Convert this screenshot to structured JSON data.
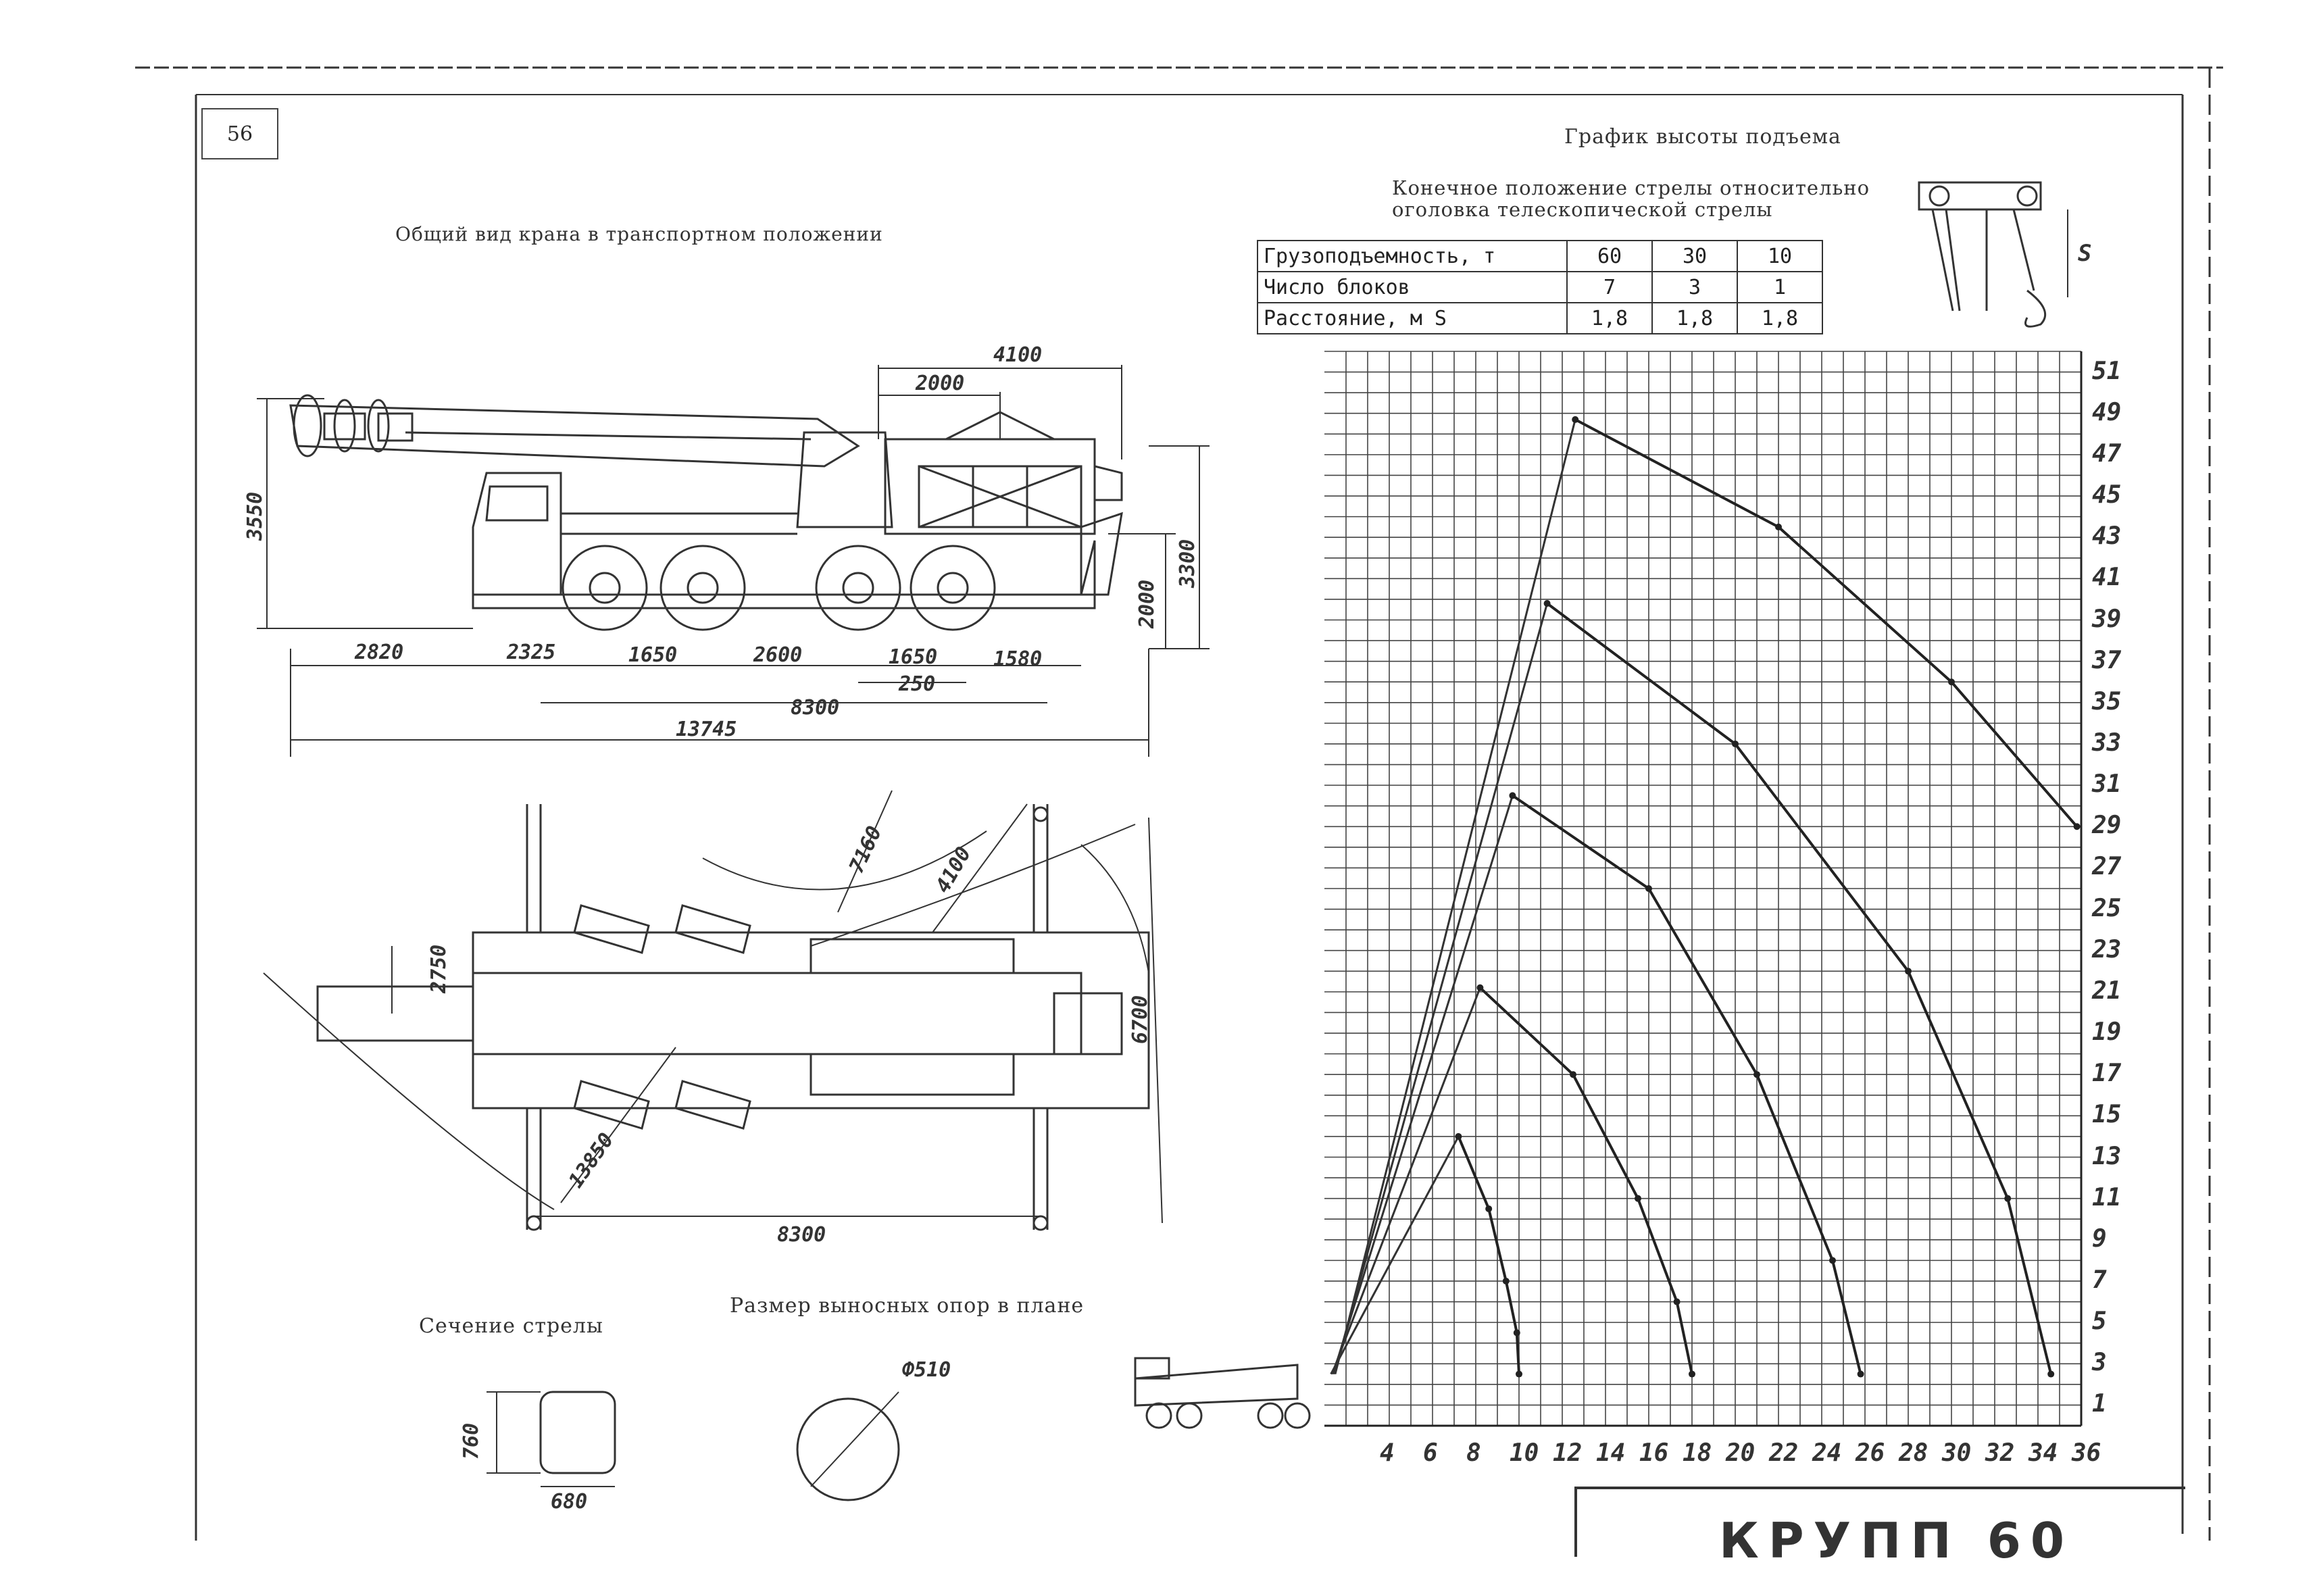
{
  "page": {
    "number": "56"
  },
  "titles": {
    "general_view": "Общий вид крана в транспортном положении",
    "lift_height_chart": "График высоты подъема",
    "boom_end_position": "Конечное положение стрелы относительно оголовка телескопической стрелы",
    "boom_section": "Сечение стрелы",
    "outrigger_size": "Размер выносных опор в плане"
  },
  "parameter_table": {
    "rows": [
      {
        "label": "Грузоподъемность, т",
        "values": [
          "60",
          "30",
          "10"
        ]
      },
      {
        "label": "Число блоков",
        "values": [
          "7",
          "3",
          "1"
        ]
      },
      {
        "label": "Расстояние, м S",
        "values": [
          "1,8",
          "1,8",
          "1,8"
        ]
      }
    ]
  },
  "dimensions": {
    "side_view": {
      "top_4100": "4100",
      "top_2000": "2000",
      "height_3550": "3550",
      "height_3300": "3300",
      "height_2000": "2000",
      "d_2820": "2820",
      "d_2325": "2325",
      "d_1650a": "1650",
      "d_2600": "2600",
      "d_1650b": "1650",
      "d_1580": "1580",
      "d_250": "250",
      "d_8300": "8300",
      "d_13745": "13745"
    },
    "plan_view": {
      "r_7160": "7160",
      "r_4100": "4100",
      "w_2750": "2750",
      "w_6700": "6700",
      "r_13850": "13850",
      "l_8300": "8300"
    },
    "section": {
      "h_760": "760",
      "w_680": "680"
    },
    "outrigger": {
      "dia_510": "Ф510"
    },
    "hook": {
      "s_label": "S"
    }
  },
  "title_block": {
    "text": "КРУПП 60"
  },
  "chart_data": {
    "type": "line",
    "title": "График высоты подъема",
    "xlabel": "",
    "ylabel": "",
    "x_ticks": [
      4,
      6,
      8,
      10,
      12,
      14,
      16,
      18,
      20,
      22,
      24,
      26,
      28,
      30,
      32,
      34,
      36
    ],
    "y_ticks": [
      1,
      3,
      5,
      7,
      9,
      11,
      13,
      15,
      17,
      19,
      21,
      23,
      25,
      27,
      29,
      31,
      33,
      35,
      37,
      39,
      41,
      43,
      45,
      47,
      49,
      51
    ],
    "xlim": [
      1,
      36
    ],
    "ylim": [
      0,
      52
    ],
    "grid": true,
    "series": [
      {
        "x": [
          7.2,
          8.6,
          9.4,
          9.9,
          10.0
        ],
        "y": [
          14.0,
          10.5,
          7.0,
          4.5,
          2.5
        ]
      },
      {
        "x": [
          8.2,
          12.5,
          15.5,
          17.3,
          18.0
        ],
        "y": [
          21.2,
          17.0,
          11.0,
          6.0,
          2.5
        ]
      },
      {
        "x": [
          9.7,
          16.0,
          21.0,
          24.5,
          25.8
        ],
        "y": [
          30.5,
          26.0,
          17.0,
          8.0,
          2.5
        ]
      },
      {
        "x": [
          11.3,
          20.0,
          28.0,
          32.6,
          34.6
        ],
        "y": [
          39.8,
          33.0,
          22.0,
          11.0,
          2.5
        ]
      },
      {
        "x": [
          12.6,
          22.0,
          30.0,
          35.8
        ],
        "y": [
          48.7,
          43.5,
          36.0,
          29.0
        ]
      }
    ]
  },
  "colors": {
    "ink": "#333333",
    "paper": "#ffffff"
  }
}
